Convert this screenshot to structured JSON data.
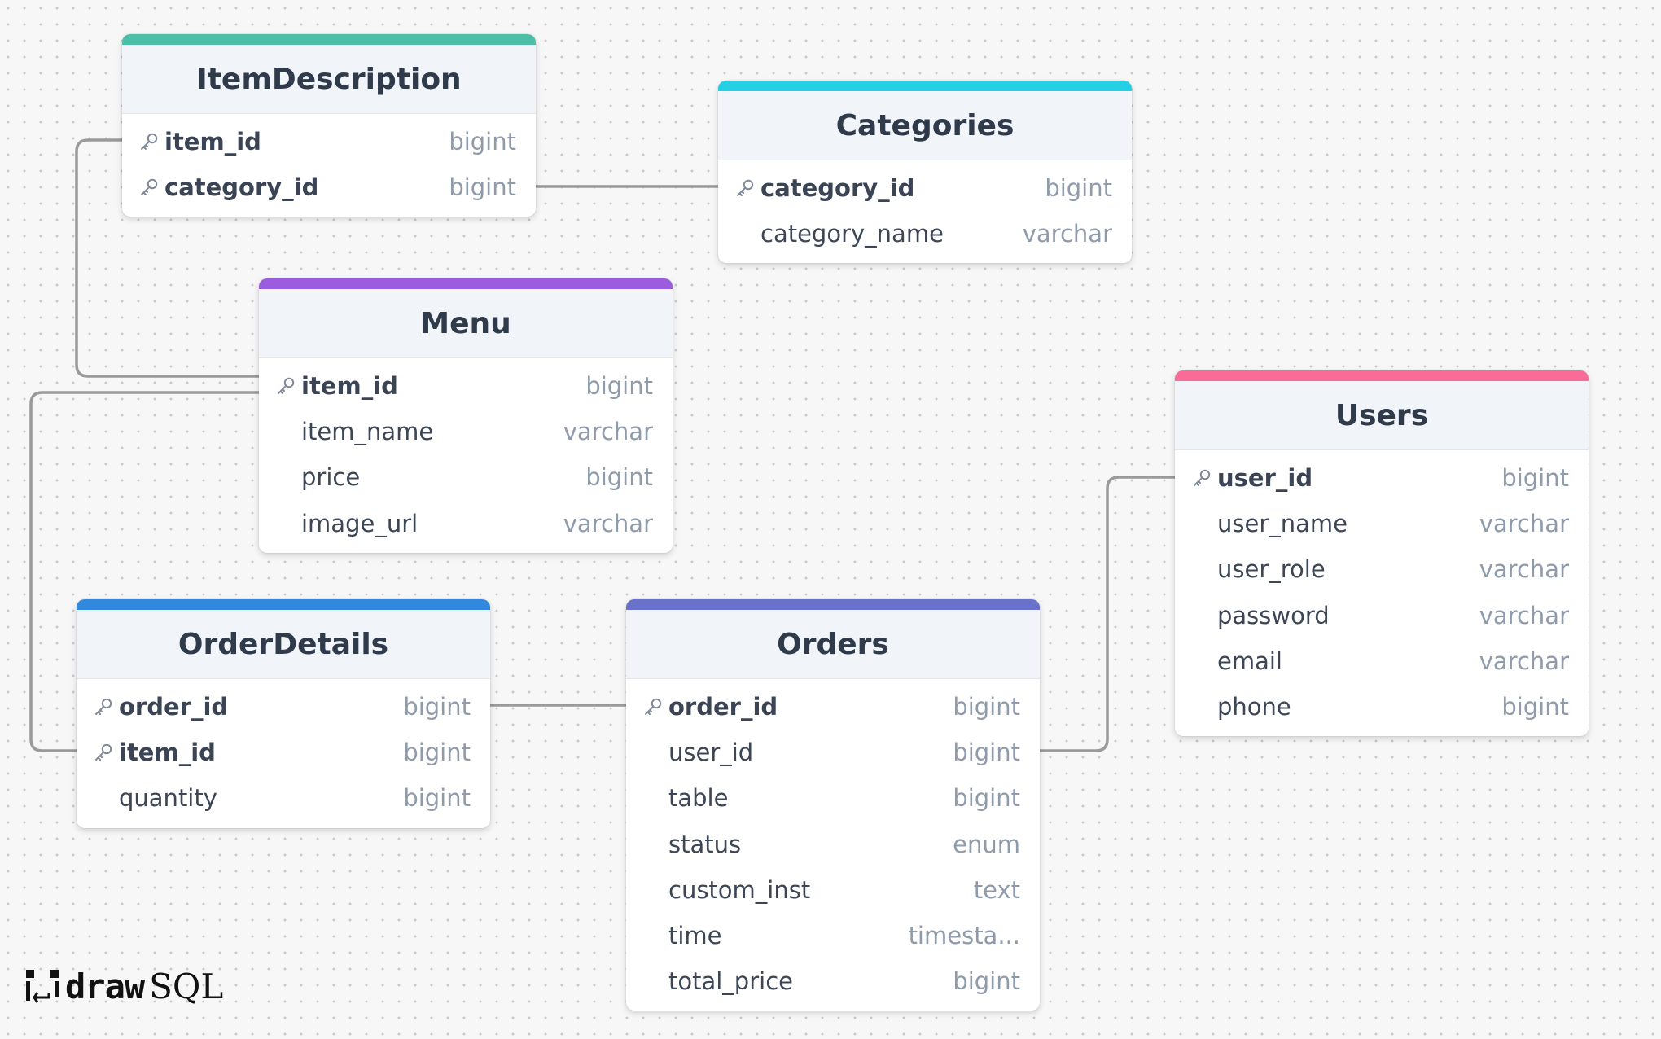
{
  "app": {
    "logo_draw": "draw",
    "logo_sql": "SQL"
  },
  "tables": [
    {
      "id": "itemdescription",
      "name": "ItemDescription",
      "accent": "#4dbfa9",
      "columns": [
        {
          "name": "item_id",
          "type": "bigint",
          "pk": true
        },
        {
          "name": "category_id",
          "type": "bigint",
          "pk": true
        }
      ]
    },
    {
      "id": "categories",
      "name": "Categories",
      "accent": "#25cfe4",
      "columns": [
        {
          "name": "category_id",
          "type": "bigint",
          "pk": true
        },
        {
          "name": "category_name",
          "type": "varchar",
          "pk": false
        }
      ]
    },
    {
      "id": "menu",
      "name": "Menu",
      "accent": "#9b5de0",
      "columns": [
        {
          "name": "item_id",
          "type": "bigint",
          "pk": true
        },
        {
          "name": "item_name",
          "type": "varchar",
          "pk": false
        },
        {
          "name": "price",
          "type": "bigint",
          "pk": false
        },
        {
          "name": "image_url",
          "type": "varchar",
          "pk": false
        }
      ]
    },
    {
      "id": "users",
      "name": "Users",
      "accent": "#f96c98",
      "columns": [
        {
          "name": "user_id",
          "type": "bigint",
          "pk": true
        },
        {
          "name": "user_name",
          "type": "varchar",
          "pk": false
        },
        {
          "name": "user_role",
          "type": "varchar",
          "pk": false
        },
        {
          "name": "password",
          "type": "varchar",
          "pk": false
        },
        {
          "name": "email",
          "type": "varchar",
          "pk": false
        },
        {
          "name": "phone",
          "type": "bigint",
          "pk": false
        }
      ]
    },
    {
      "id": "orderdetails",
      "name": "OrderDetails",
      "accent": "#3188dc",
      "columns": [
        {
          "name": "order_id",
          "type": "bigint",
          "pk": true
        },
        {
          "name": "item_id",
          "type": "bigint",
          "pk": true
        },
        {
          "name": "quantity",
          "type": "bigint",
          "pk": false
        }
      ]
    },
    {
      "id": "orders",
      "name": "Orders",
      "accent": "#6772c8",
      "columns": [
        {
          "name": "order_id",
          "type": "bigint",
          "pk": true
        },
        {
          "name": "user_id",
          "type": "bigint",
          "pk": false
        },
        {
          "name": "table",
          "type": "bigint",
          "pk": false
        },
        {
          "name": "status",
          "type": "enum",
          "pk": false
        },
        {
          "name": "custom_inst",
          "type": "text",
          "pk": false
        },
        {
          "name": "time",
          "type": "timesta...",
          "pk": false
        },
        {
          "name": "total_price",
          "type": "bigint",
          "pk": false
        }
      ]
    }
  ],
  "relationships": [
    {
      "from": "ItemDescription.item_id",
      "to": "Menu.item_id"
    },
    {
      "from": "ItemDescription.category_id",
      "to": "Categories.category_id"
    },
    {
      "from": "Menu.item_id",
      "to": "OrderDetails.item_id"
    },
    {
      "from": "OrderDetails.order_id",
      "to": "Orders.order_id"
    },
    {
      "from": "Orders.user_id",
      "to": "Users.user_id"
    }
  ]
}
